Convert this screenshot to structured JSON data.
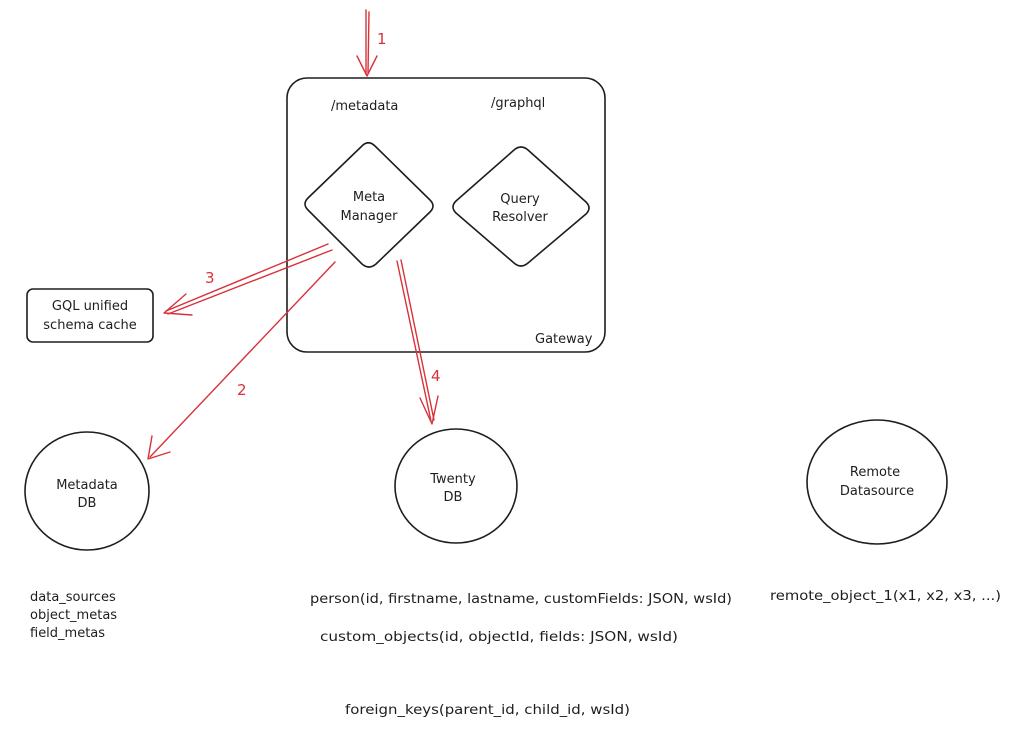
{
  "gateway": {
    "label": "Gateway",
    "endpoint_metadata": "/metadata",
    "endpoint_graphql": "/graphql",
    "meta_manager": [
      "Meta",
      "Manager"
    ],
    "query_resolver": [
      "Query",
      "Resolver"
    ]
  },
  "cache": {
    "label": [
      "GQL unified",
      "schema cache"
    ]
  },
  "databases": {
    "metadata_db": [
      "Metadata",
      "DB"
    ],
    "twenty_db": [
      "Twenty",
      "DB"
    ],
    "remote_datasource": [
      "Remote",
      "Datasource"
    ]
  },
  "arrows": {
    "step_1": "1",
    "step_2": "2",
    "step_3": "3",
    "step_4": "4"
  },
  "tables": {
    "metadata": [
      "data_sources",
      "object_metas",
      "field_metas"
    ],
    "twenty_person": "person(id, firstname, lastname, customFields: JSON, wsId)",
    "twenty_custom_objects": "custom_objects(id, objectId, fields: JSON, wsId)",
    "twenty_foreign_keys": "foreign_keys(parent_id, child_id, wsId)",
    "remote_object": "remote_object_1(x1, x2, x3, ...)"
  },
  "colors": {
    "ink": "#1e1e1e",
    "arrow": "#d8323a",
    "background": "#ffffff"
  }
}
